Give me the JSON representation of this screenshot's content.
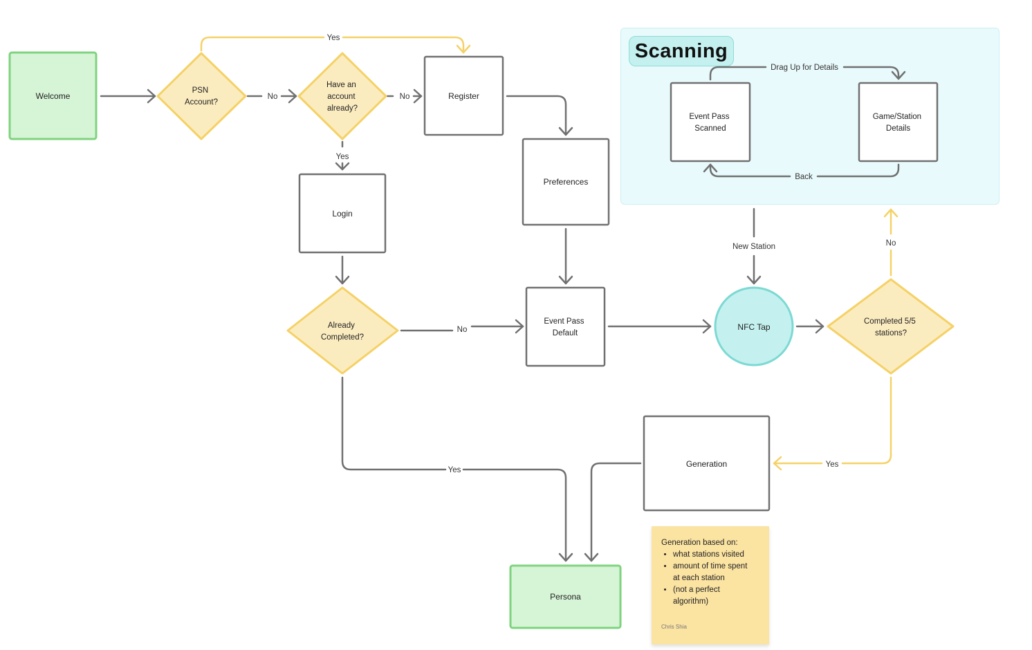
{
  "group": {
    "title": "Scanning"
  },
  "nodes": {
    "welcome": "Welcome",
    "psn_account": [
      "PSN",
      "Account?"
    ],
    "have_account": [
      "Have an",
      "account",
      "already?"
    ],
    "register": "Register",
    "preferences": "Preferences",
    "login": "Login",
    "already_completed": [
      "Already",
      "Completed?"
    ],
    "event_pass_default": [
      "Event Pass",
      "Default"
    ],
    "nfc_tap": "NFC Tap",
    "completed_stations": [
      "Completed 5/5",
      "stations?"
    ],
    "generation": "Generation",
    "persona": "Persona",
    "event_pass_scanned": [
      "Event Pass",
      "Scanned"
    ],
    "game_station_details": [
      "Game/Station",
      "Details"
    ]
  },
  "edge_labels": {
    "psn_yes": "Yes",
    "psn_no": "No",
    "account_no": "No",
    "account_yes": "Yes",
    "already_no": "No",
    "already_yes": "Yes",
    "drag_up": "Drag Up for Details",
    "back": "Back",
    "new_station": "New Station",
    "completed_no": "No",
    "completed_yes": "Yes"
  },
  "sticky": {
    "heading": "Generation based on:",
    "bullets": [
      [
        "what stations visited"
      ],
      [
        "amount of time spent",
        "at each station"
      ],
      [
        "(not a perfect",
        "algorithm)"
      ]
    ],
    "author": "Chris Shia"
  },
  "colors": {
    "green_fill": "#d6f4d6",
    "green_stroke": "#7fd37f",
    "yellow_fill": "#fbecc0",
    "yellow_stroke": "#f5d166",
    "teal_fill": "#c4f1ef",
    "teal_stroke": "#7dd9d3",
    "gray_stroke": "#707070"
  }
}
